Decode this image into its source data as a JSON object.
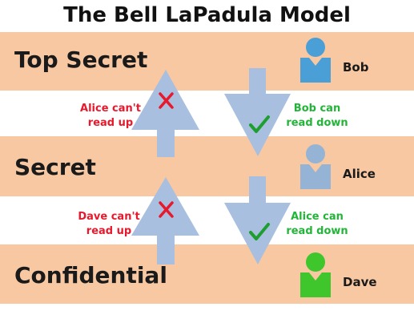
{
  "title": "The Bell LaPadula Model",
  "levels": [
    {
      "label": "Top Secret",
      "person": "Bob",
      "person_color": "#4a9fd6"
    },
    {
      "label": "Secret",
      "person": "Alice",
      "person_color": "#95b3d4"
    },
    {
      "label": "Confidential",
      "person": "Dave",
      "person_color": "#3fc62d"
    }
  ],
  "rules": [
    {
      "denied_line1": "Alice can't",
      "denied_line2": "read up",
      "allowed_line1": "Bob can",
      "allowed_line2": "read down"
    },
    {
      "denied_line1": "Dave can't",
      "denied_line2": "read up",
      "allowed_line1": "Alice can",
      "allowed_line2": "read down"
    }
  ],
  "colors": {
    "level_band": "#f7c8a2",
    "arrow": "#a8bfdf",
    "denied": "#e8192c",
    "allowed": "#22b538"
  },
  "icons": {
    "denied": "cross-icon",
    "allowed": "check-icon",
    "person": "person-icon"
  }
}
